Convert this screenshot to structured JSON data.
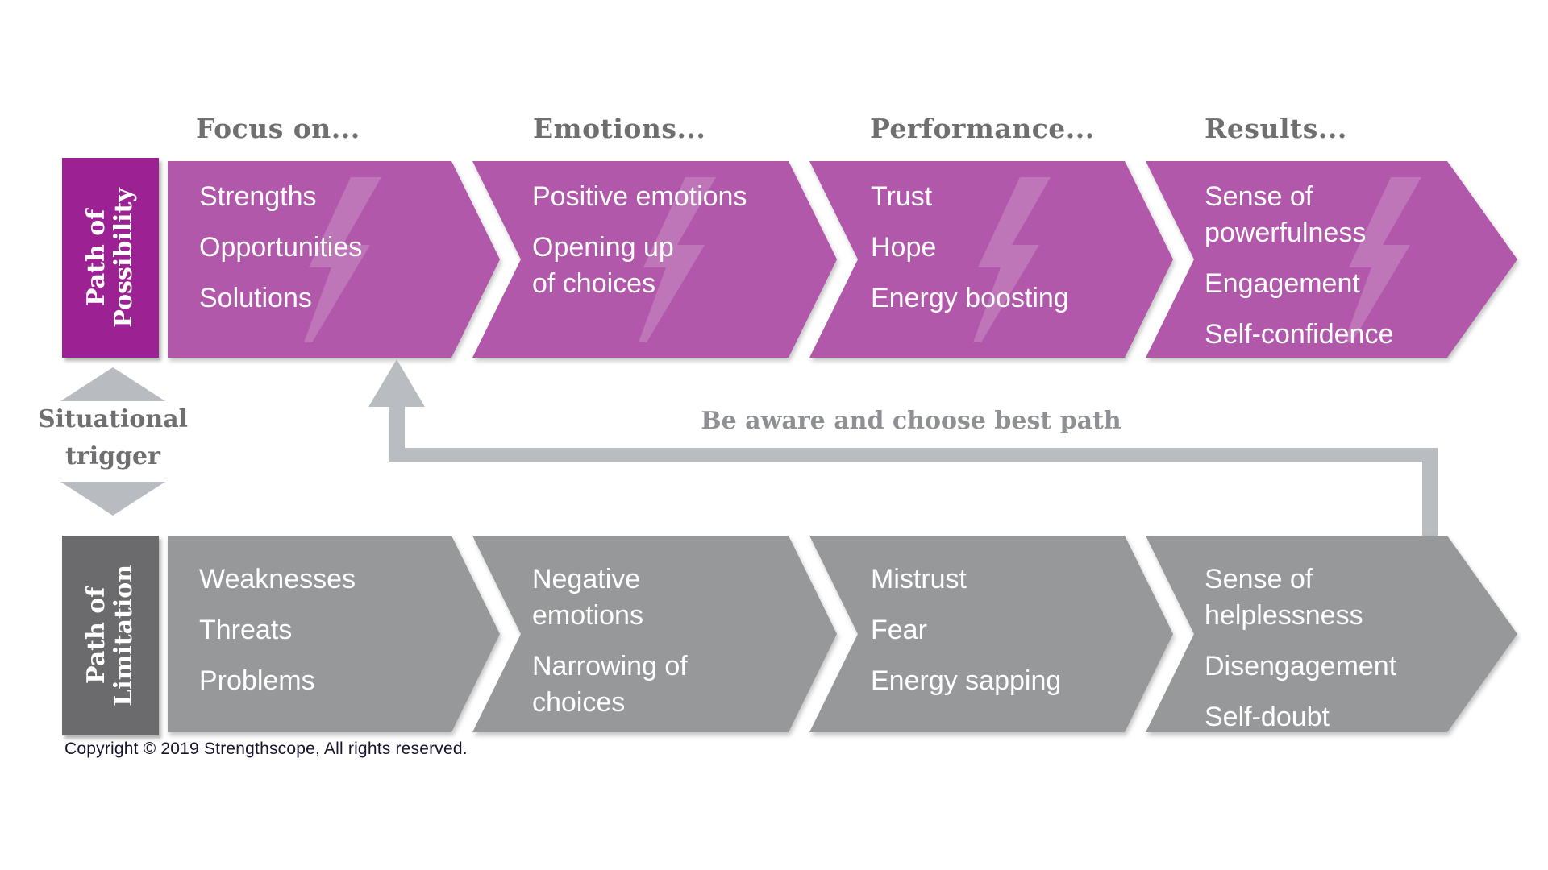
{
  "headers": [
    "Focus on...",
    "Emotions...",
    "Performance...",
    "Results..."
  ],
  "paths": {
    "possibility": {
      "label_lines": [
        "Path of",
        "Possibility"
      ],
      "columns": [
        {
          "items": [
            [
              "Strengths"
            ],
            [
              "Opportunities"
            ],
            [
              "Solutions"
            ]
          ]
        },
        {
          "items": [
            [
              "Positive emotions"
            ],
            [
              "Opening up",
              "of choices"
            ]
          ]
        },
        {
          "items": [
            [
              "Trust"
            ],
            [
              "Hope"
            ],
            [
              "Energy boosting"
            ]
          ]
        },
        {
          "items": [
            [
              "Sense of",
              "powerfulness"
            ],
            [
              "Engagement"
            ],
            [
              "Self-confidence"
            ]
          ]
        }
      ]
    },
    "limitation": {
      "label_lines": [
        "Path of",
        "Limitation"
      ],
      "columns": [
        {
          "items": [
            [
              "Weaknesses"
            ],
            [
              "Threats"
            ],
            [
              "Problems"
            ]
          ]
        },
        {
          "items": [
            [
              "Negative",
              "emotions"
            ],
            [
              "Narrowing of",
              "choices"
            ]
          ]
        },
        {
          "items": [
            [
              "Mistrust"
            ],
            [
              "Fear"
            ],
            [
              "Energy sapping"
            ]
          ]
        },
        {
          "items": [
            [
              "Sense of",
              "helplessness"
            ],
            [
              "Disengagement"
            ],
            [
              "Self-doubt"
            ]
          ]
        }
      ]
    }
  },
  "trigger": {
    "label_lines": [
      "Situational",
      "trigger"
    ]
  },
  "feedback": {
    "message": "Be aware and choose best path"
  },
  "footer": {
    "copyright": "Copyright © 2019 Strengthscope, All rights reserved."
  },
  "icons": [
    "lightning-bolt-icon",
    "triangle-up-icon",
    "triangle-down-icon",
    "up-arrow-icon"
  ],
  "colors": {
    "possibility_label": "#9c2294",
    "possibility_bar": "#b158aa",
    "limitation_label": "#6b6b6d",
    "limitation_bar": "#96989a",
    "header_gray": "#6f6f71",
    "arrow_gray": "#b9bcc0",
    "feedback_text": "#8e9093",
    "text_white": "#ffffff",
    "copyright_text": "#16152f"
  }
}
